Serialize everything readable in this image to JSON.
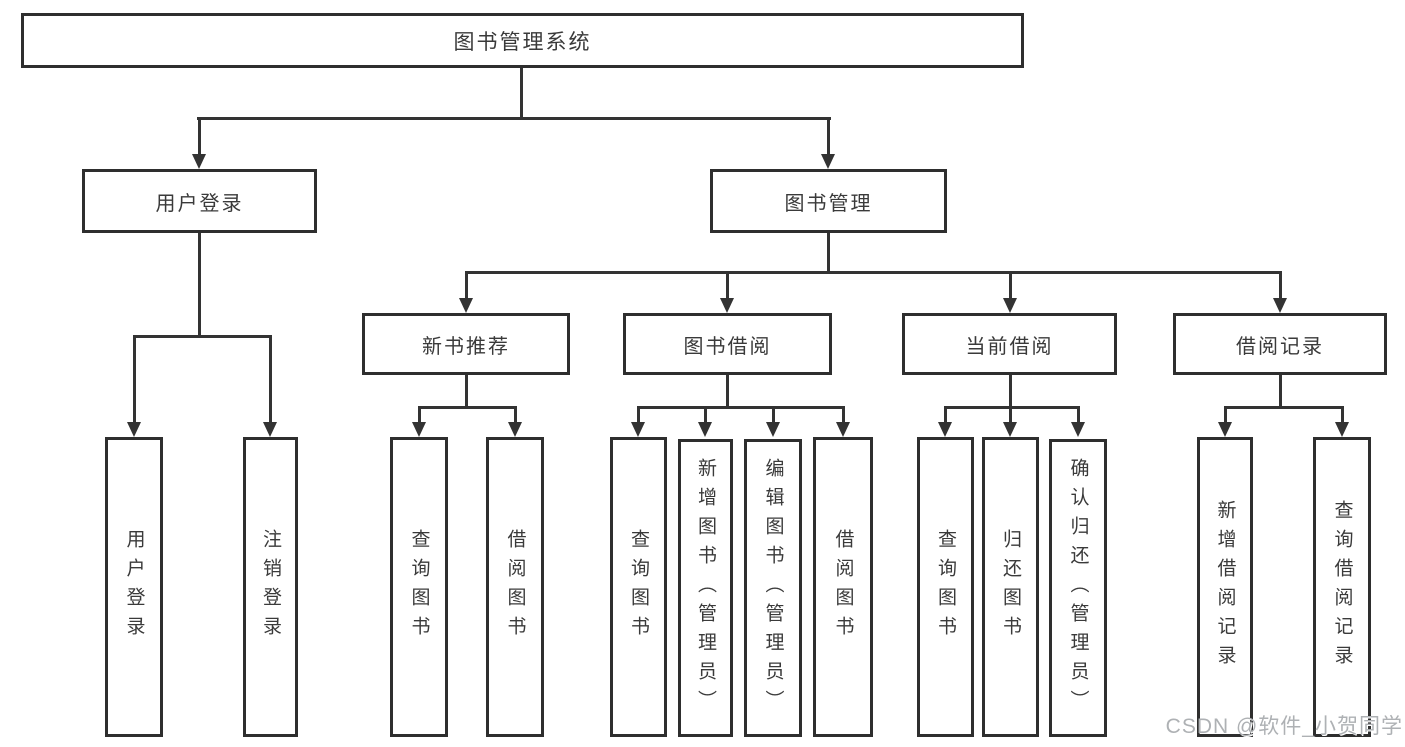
{
  "diagram": {
    "root": {
      "label": "图书管理系统"
    },
    "level2": [
      {
        "label": "用户登录"
      },
      {
        "label": "图书管理"
      }
    ],
    "level3": [
      {
        "label": "新书推荐"
      },
      {
        "label": "图书借阅"
      },
      {
        "label": "当前借阅"
      },
      {
        "label": "借阅记录"
      }
    ],
    "leaves": {
      "user_login": [
        "用户登录",
        "注销登录"
      ],
      "new_books": [
        "查询图书",
        "借阅图书"
      ],
      "book_borrow": [
        "查询图书",
        "新增图书（管理员）",
        "编辑图书（管理员）",
        "借阅图书"
      ],
      "current_borrow": [
        "查询图书",
        "归还图书",
        "确认归还（管理员）"
      ],
      "borrow_records": [
        "新增借阅记录",
        "查询借阅记录"
      ]
    },
    "colors": {
      "line": "#333333",
      "text": "#3a3a3a",
      "box_background": "#ffffff"
    }
  },
  "watermark": {
    "text": "CSDN @软件_小贺同学",
    "color": "#aeb1b4"
  }
}
